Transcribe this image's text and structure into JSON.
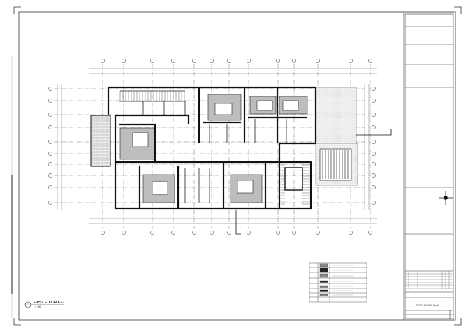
{
  "drawing": {
    "view_number": "1",
    "view_title": "FIRST FLOOR F.F.L.",
    "view_scale": "1 : 50",
    "sheet_title": "FIRST FLOOR PLAN"
  },
  "colors": {
    "line": "#111111",
    "room_fill": "#bdbdbd",
    "hatch_fill": "#e6e6e6"
  },
  "icons": [
    "north-arrow-icon",
    "grid-bubble-icon",
    "section-marker-icon"
  ]
}
